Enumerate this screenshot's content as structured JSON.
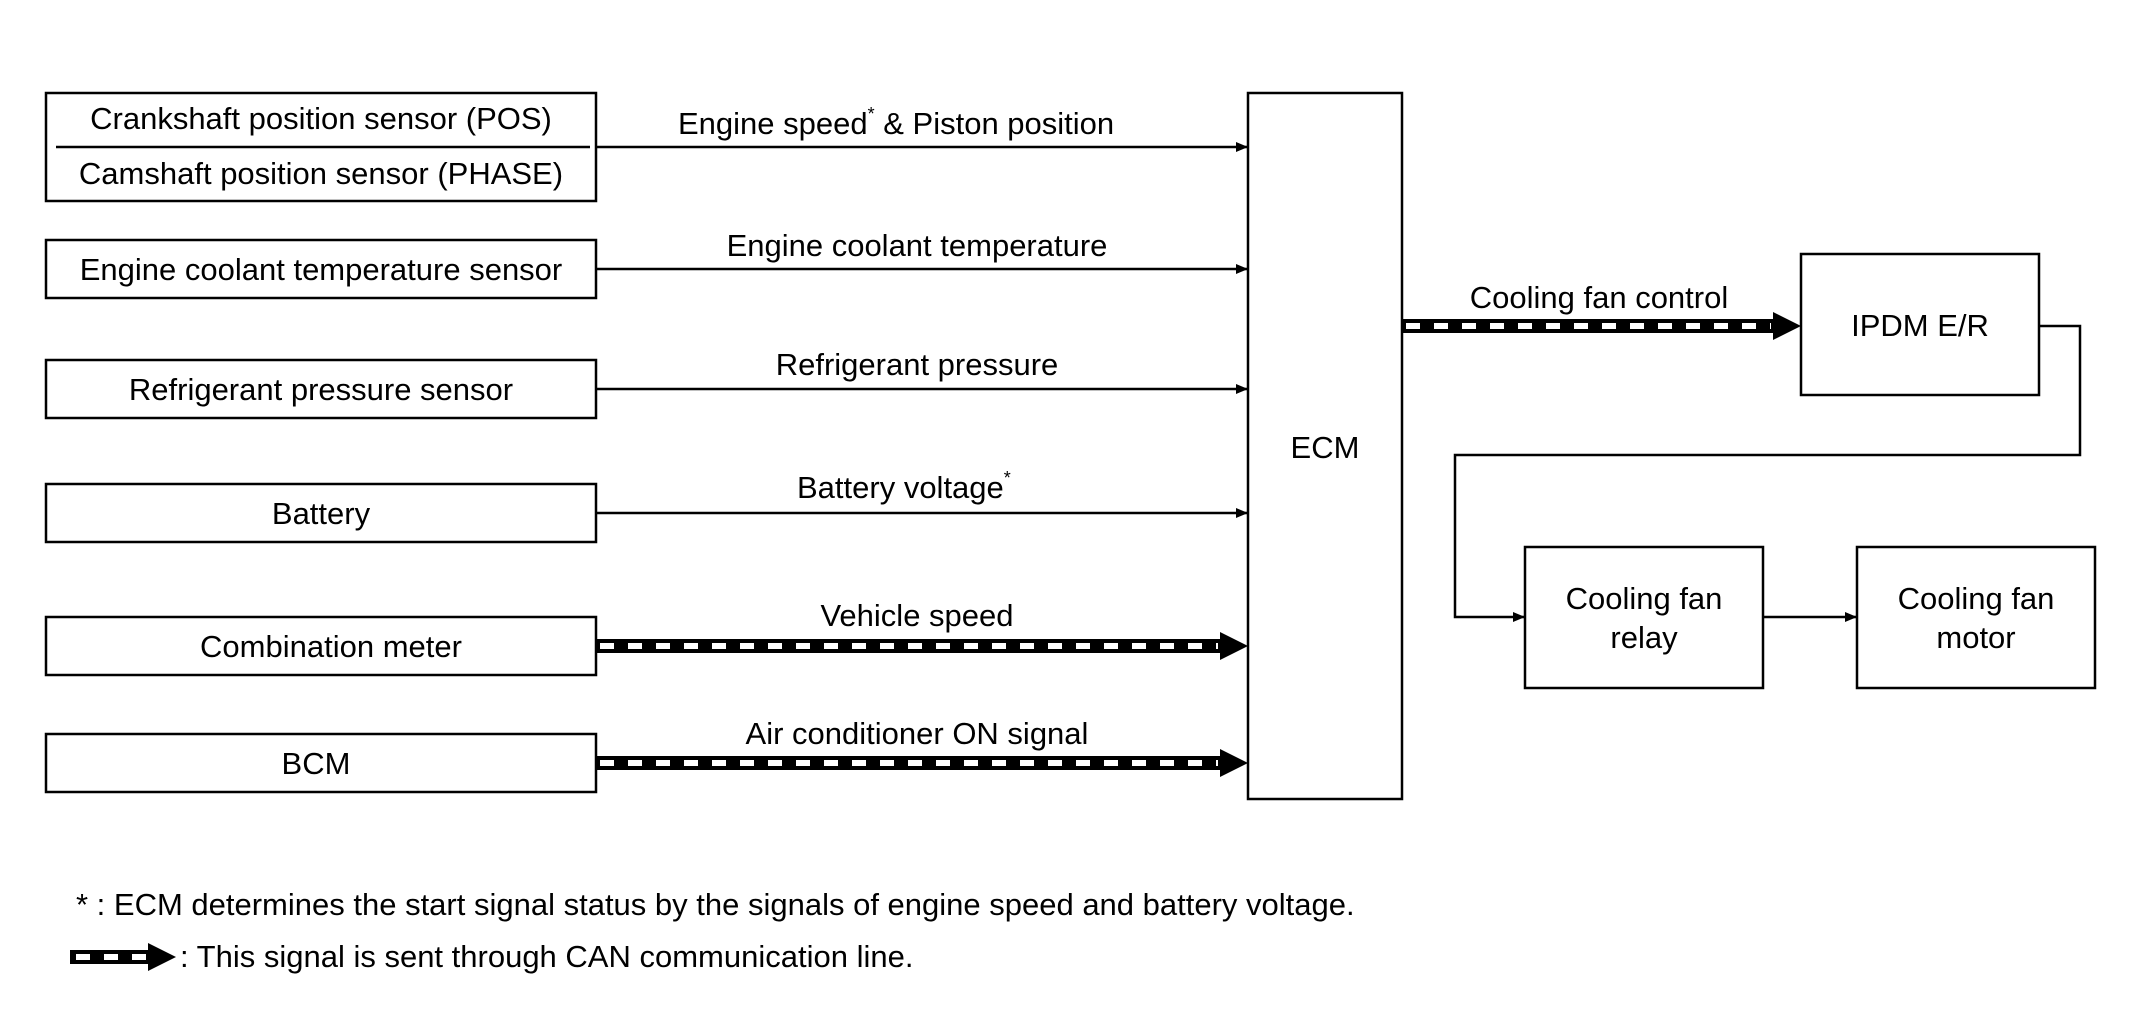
{
  "inputs": {
    "crank": "Crankshaft position sensor (POS)",
    "cam": "Camshaft position sensor (PHASE)",
    "ect": "Engine coolant temperature sensor",
    "refrig": "Refrigerant pressure sensor",
    "battery": "Battery",
    "combo": "Combination meter",
    "bcm": "BCM"
  },
  "signals": {
    "engine_speed": "Engine speed",
    "piston": " & Piston position",
    "coolant": "Engine coolant temperature",
    "refrig": "Refrigerant pressure",
    "battery": "Battery voltage",
    "vehicle_speed": "Vehicle speed",
    "ac_on": "Air conditioner ON signal",
    "fan_control": "Cooling fan control",
    "asterisk": "*"
  },
  "ecm": "ECM",
  "outputs": {
    "ipdm": "IPDM E/R",
    "relay_line1": "Cooling fan",
    "relay_line2": "relay",
    "motor_line1": "Cooling fan",
    "motor_line2": "motor"
  },
  "notes": {
    "asterisk_note": "* : ECM determines the start signal status by the signals of engine speed and battery voltage.",
    "can_note": ": This signal is sent through CAN communication line."
  }
}
